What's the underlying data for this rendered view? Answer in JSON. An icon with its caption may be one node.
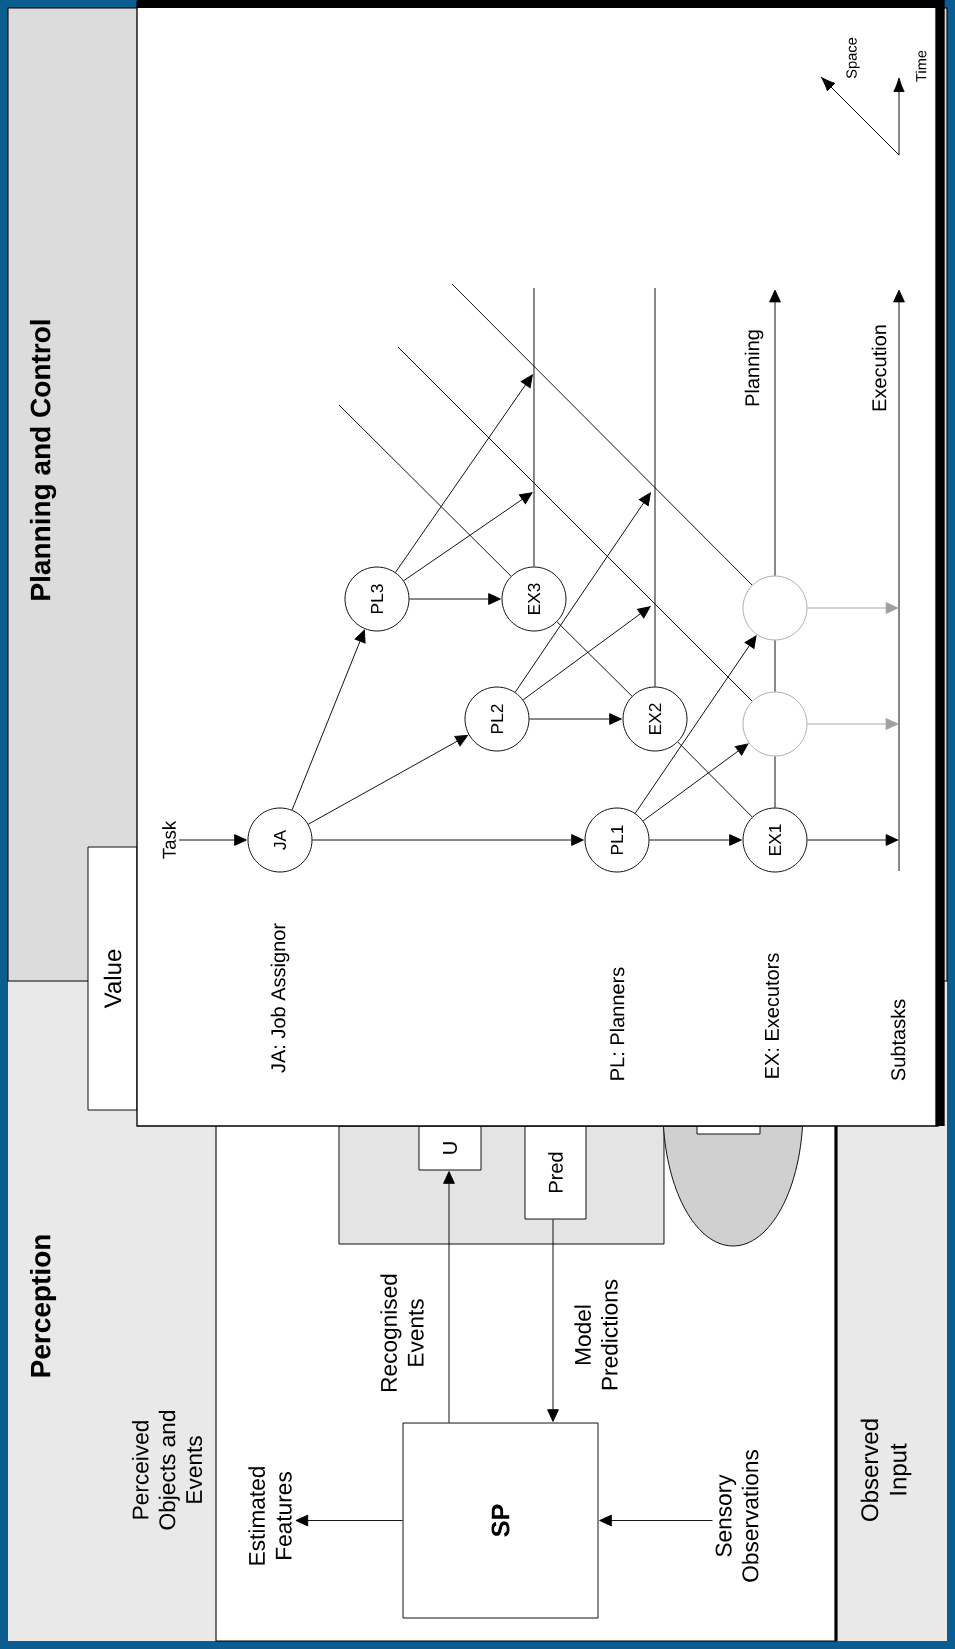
{
  "diagram": {
    "nodes": [
      {
        "text": [
          "Value"
        ]
      },
      {
        "text": [
          "Task"
        ]
      },
      {
        "text": [
          "JA"
        ]
      },
      {
        "text": [
          "PL3"
        ]
      },
      {
        "text": [
          "PL2"
        ]
      },
      {
        "text": [
          "PL1"
        ]
      },
      {
        "text": [
          "EX3"
        ]
      },
      {
        "text": [
          "EX2"
        ]
      },
      {
        "text": [
          "EX1"
        ]
      },
      {
        "text": [],
        "shape": "circle"
      },
      {
        "text": [],
        "shape": "circle"
      },
      {
        "text": [],
        "shape": "box"
      },
      {
        "text": [
          "U"
        ],
        "in": 11
      },
      {
        "text": [
          "Pred"
        ],
        "in": 11
      },
      {
        "text": [],
        "shape": "ellipse"
      },
      {
        "text": [],
        "shape": "box",
        "in": 14
      },
      {
        "text": [
          "Estimated Features"
        ]
      },
      {
        "text": [
          "SP"
        ]
      },
      {
        "text": [
          "Sensory Observations"
        ]
      }
    ],
    "edges": [
      {
        "from": 1,
        "to": 2,
        "arrow": "to"
      },
      {
        "from": 2,
        "to": 5,
        "arrow": "to"
      },
      {
        "from": 2,
        "to": 4,
        "arrow": "to"
      },
      {
        "from": 2,
        "to": 3,
        "arrow": "to"
      },
      {
        "from": 5,
        "to": 8,
        "arrow": "to"
      },
      {
        "from": 4,
        "to": 7,
        "arrow": "to"
      },
      {
        "from": 3,
        "to": 6,
        "arrow": "to"
      },
      {
        "from": 5,
        "to": 10,
        "arrow": "to"
      },
      {
        "from": 5,
        "to": 9,
        "arrow": "to"
      },
      {
        "from": 4,
        "to": null,
        "arrow": "to"
      },
      {
        "from": 4,
        "to": null,
        "arrow": "to"
      },
      {
        "from": 3,
        "to": null,
        "arrow": "to"
      },
      {
        "from": 3,
        "to": null,
        "arrow": "to"
      },
      {
        "from": 7,
        "to": null,
        "arrow": "none"
      },
      {
        "from": 6,
        "to": null,
        "arrow": "none"
      },
      {
        "from": null,
        "to": 6,
        "arrow": "none"
      },
      {
        "from": 6,
        "to": 7,
        "arrow": "none"
      },
      {
        "from": 7,
        "to": 8,
        "arrow": "none"
      },
      {
        "from": null,
        "to": 10,
        "arrow": "none"
      },
      {
        "from": null,
        "to": 9,
        "arrow": "none"
      },
      {
        "from": 8,
        "to": 10,
        "arrow": "none"
      },
      {
        "from": 10,
        "to": 9,
        "arrow": "none"
      },
      {
        "from": 9,
        "to": null,
        "arrow": "to"
      },
      {
        "from": 8,
        "to": null,
        "arrow": "to"
      },
      {
        "from": 10,
        "to": null,
        "arrow": "to",
        "color": "#a0a0a0"
      },
      {
        "from": 9,
        "to": null,
        "arrow": "to",
        "color": "#a0a0a0"
      },
      {
        "from": 17,
        "to": 16,
        "arrow": "to"
      },
      {
        "from": 18,
        "to": 17,
        "arrow": "to"
      },
      {
        "from": 17,
        "to": 12,
        "arrow": "to",
        "label": "Recognised Events"
      },
      {
        "from": 13,
        "to": 17,
        "arrow": "to",
        "label": "Model Predictions"
      }
    ],
    "labels": [
      "Planning and Control",
      "Perception",
      "Perceived Objects and Events",
      "Observed Input",
      "JA: Job Assignor",
      "PL: Planners",
      "EX: Executors",
      "Subtasks",
      "Planning",
      "Execution",
      "Space",
      "Time"
    ]
  }
}
